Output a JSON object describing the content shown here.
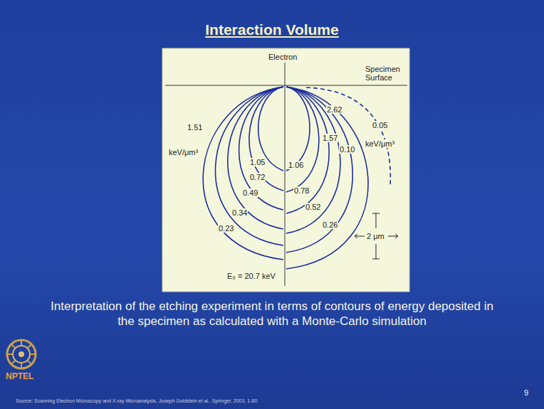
{
  "diagram": {
    "title": "Interaction Volume",
    "caption": "Interpretation of the etching experiment in terms of contours of energy deposited in the specimen as calculated with a Monte-Carlo simulation",
    "labels": [
      "Electron",
      "Specimen Surface",
      "1.51",
      "keV/μm³",
      "1.05",
      "0.72",
      "0.49",
      "0.34",
      "0.23",
      "2.62",
      "0.05",
      "1.57",
      "0.10",
      "keV/μm³",
      "1.06",
      "0.78",
      "0.52",
      "0.26",
      "2 μm",
      "E₀ = 20.7 keV",
      "NPTEL",
      "Source: Scanning Electron Microscopy and X-ray Microanalysis, Joseph Goldstein et al., Springer, 2003, 1-80",
      "9"
    ]
  }
}
